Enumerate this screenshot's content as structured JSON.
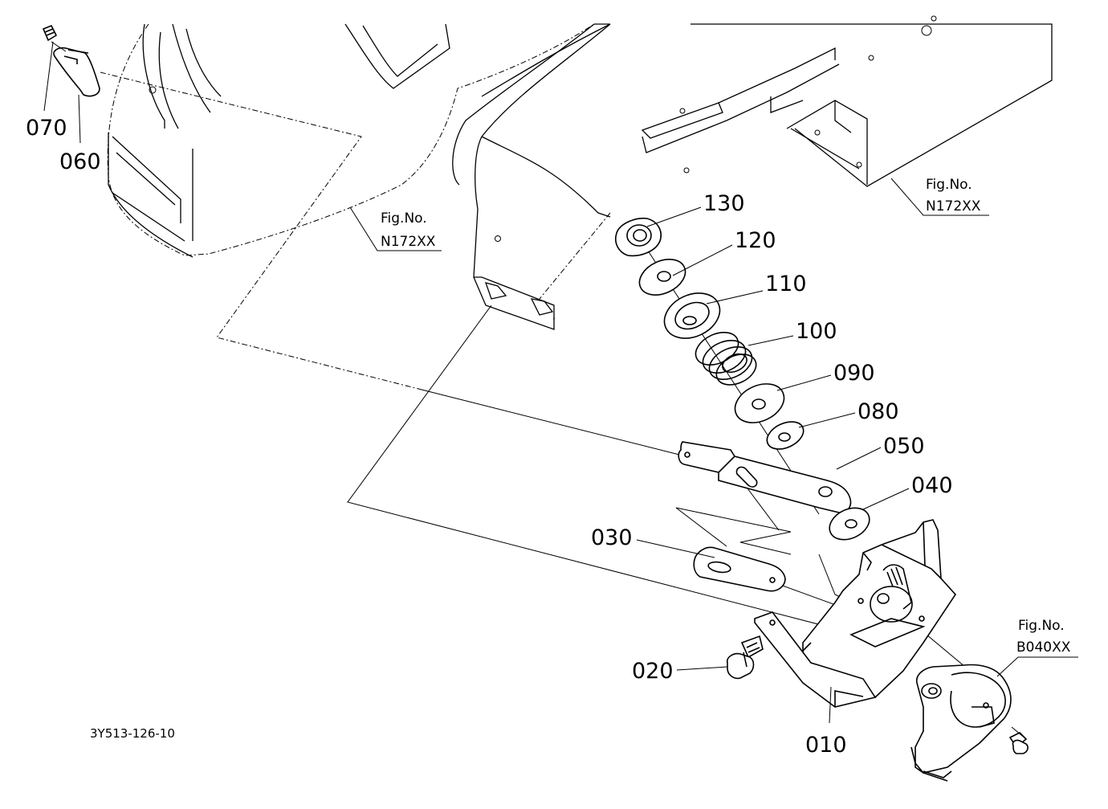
{
  "diagram": {
    "drawing_code": "3Y513-126-10",
    "callouts": {
      "p010": "010",
      "p020": "020",
      "p030": "030",
      "p040": "040",
      "p050": "050",
      "p060": "060",
      "p070": "070",
      "p080": "080",
      "p090": "090",
      "p100": "100",
      "p110": "110",
      "p120": "120",
      "p130": "130"
    },
    "fig_refs": {
      "ref_a": {
        "label": "Fig.No.",
        "number": "N172XX"
      },
      "ref_b": {
        "label": "Fig.No.",
        "number": "N172XX"
      },
      "ref_c": {
        "label": "Fig.No.",
        "number": "B040XX"
      }
    }
  }
}
